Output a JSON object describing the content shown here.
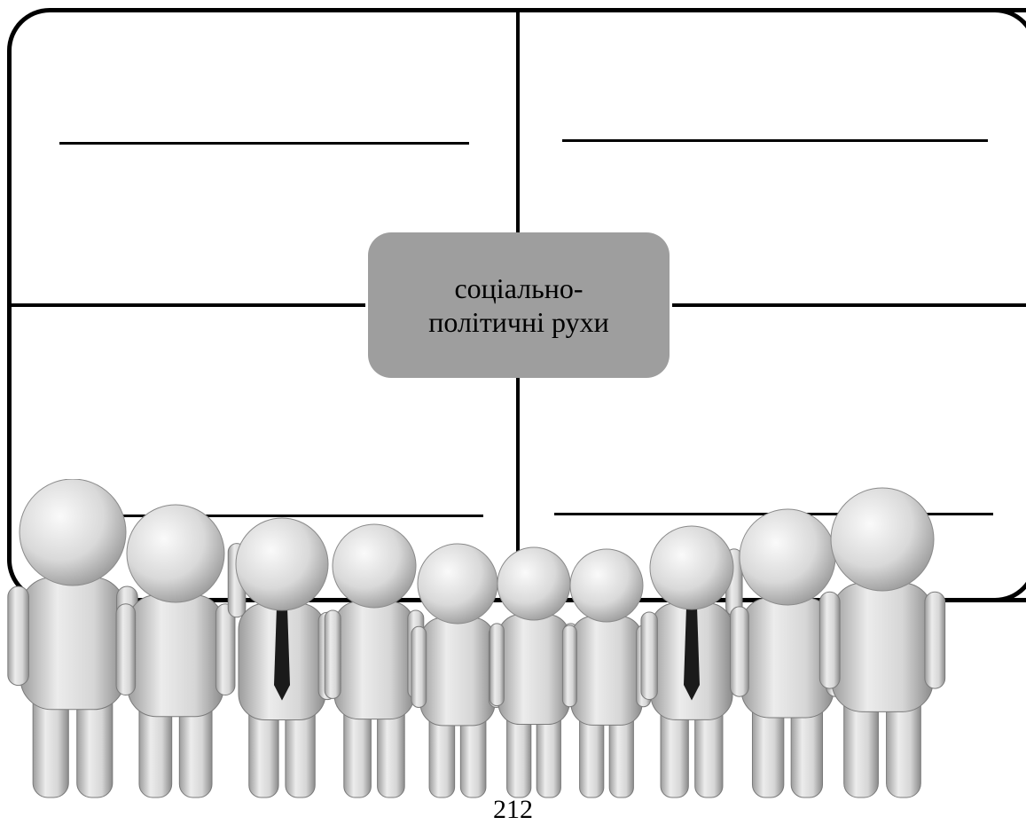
{
  "center": {
    "label": "соціально-\nполітичні рухи",
    "fill_color": "#9e9e9e"
  },
  "quadrants": [
    {
      "position": "top-left",
      "answer": ""
    },
    {
      "position": "top-right",
      "answer": ""
    },
    {
      "position": "bottom-left",
      "answer": ""
    },
    {
      "position": "bottom-right",
      "answer": ""
    }
  ],
  "illustration": {
    "subject": "group of white 3D figures",
    "figure_count": 10,
    "tie_color": "#1a1a1a"
  },
  "footer": {
    "page_number": "212"
  }
}
